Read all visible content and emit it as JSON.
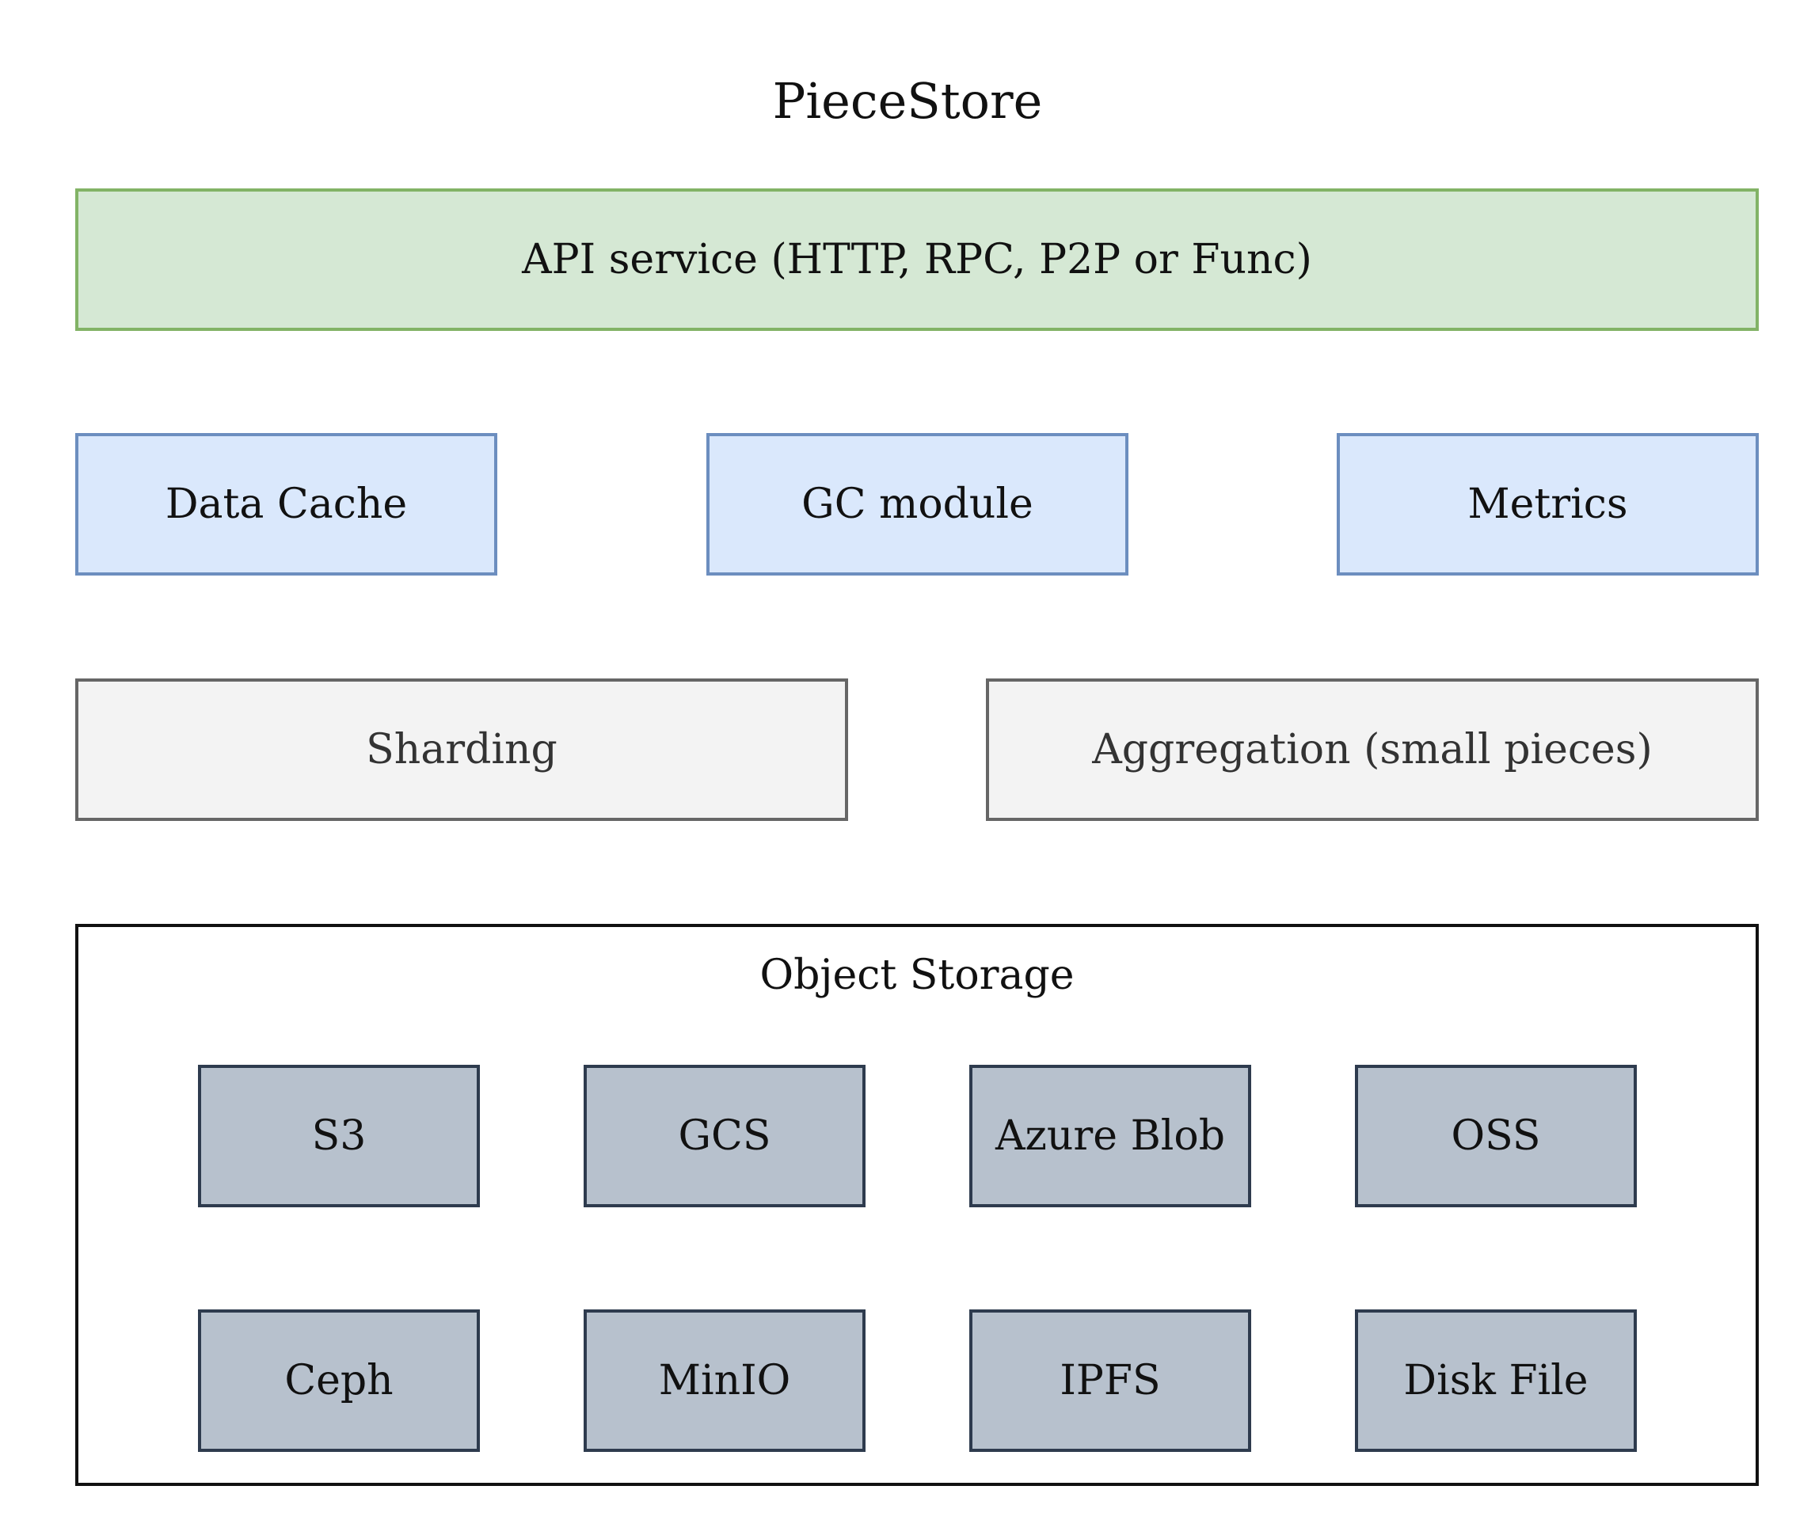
{
  "title": "PieceStore",
  "api_service": "API service (HTTP, RPC, P2P or Func)",
  "modules": [
    "Data Cache",
    "GC module",
    "Metrics"
  ],
  "processing": [
    "Sharding",
    "Aggregation (small pieces)"
  ],
  "object_storage": {
    "title": "Object Storage",
    "backends": [
      "S3",
      "GCS",
      "Azure Blob",
      "OSS",
      "Ceph",
      "MinIO",
      "IPFS",
      "Disk File"
    ]
  },
  "colors": {
    "api_fill": "#d5e8d4",
    "api_border": "#82b366",
    "module_fill": "#dae8fc",
    "module_border": "#6c8ebf",
    "processing_fill": "#f3f3f3",
    "processing_border": "#666666",
    "backend_fill": "#b7c1cd",
    "backend_border": "#2e3b4e"
  }
}
